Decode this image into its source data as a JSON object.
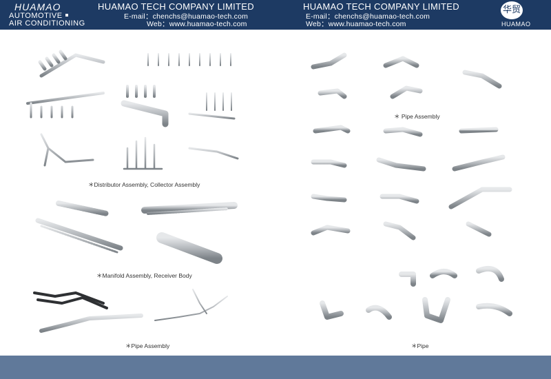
{
  "header": {
    "brand": "HUAMAO",
    "tagline_line1": "AUTOMOTIVE",
    "tagline_line2": "AIR CONDITIONING",
    "left": {
      "company": "HUAMAO TECH COMPANY LIMITED",
      "email": "E-mail：chenchs@huamao-tech.com",
      "web": "Web：www.huamao-tech.com"
    },
    "right": {
      "company": "HUAMAO TECH COMPANY LIMITED",
      "email": "E-mail：chenchs@huamao-tech.com",
      "web": "Web：www.huamao-tech.com"
    },
    "logo_chars": "华贸",
    "logo_word": "HUAMAO"
  },
  "captions": {
    "distributor": "＊Distributor Assembly, Collector Assembly",
    "manifold": "＊Manifold  Assembly, Receiver Body",
    "pipe_assembly_left": "＊Pipe Assembly",
    "pipe_assembly_right": "＊ Pipe Assembly",
    "pipe": "＊Pipe"
  },
  "colors": {
    "header_band": "#1d3a63",
    "footer_band": "#60799a",
    "metal": "#b9bcc0"
  }
}
